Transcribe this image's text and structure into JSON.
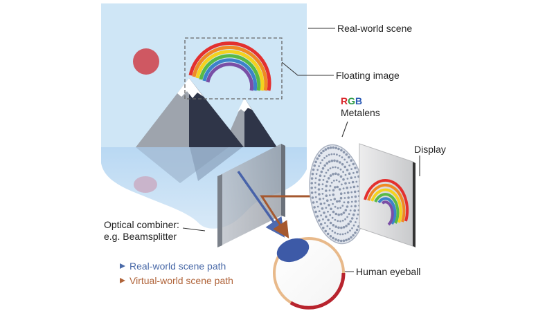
{
  "labels": {
    "real_world_scene": "Real-world scene",
    "floating_image": "Floating image",
    "rgb_r": "R",
    "rgb_g": "G",
    "rgb_b": "B",
    "metalens": "Metalens",
    "display": "Display",
    "optical_combiner_line1": "Optical combiner:",
    "optical_combiner_line2": "e.g. Beamsplitter",
    "human_eyeball": "Human eyeball"
  },
  "legend": [
    {
      "label": "Real-world scene path",
      "color": "#4a6aa8",
      "text_color": "#4a6aa8"
    },
    {
      "label": "Virtual-world scene path",
      "color": "#b0643a",
      "text_color": "#b0643a"
    }
  ],
  "colors": {
    "sky": "#cfe6f6",
    "water": "#a9cdee",
    "sun": "#cf5862",
    "mountain_light": "#9ea4ad",
    "mountain_dark": "#2f3548",
    "snow": "#ffffff",
    "rainbow": [
      "#e3302f",
      "#f08a24",
      "#f4d21e",
      "#58b947",
      "#3c83c9",
      "#7a4fa6"
    ],
    "real_path": "#4a6aa8",
    "virtual_path": "#b0643a",
    "eye_ring": "#e8b98a",
    "eye_red": "#b8242e",
    "cornea": "#3d5aa7",
    "metalens_dot": "#8a96ac"
  }
}
